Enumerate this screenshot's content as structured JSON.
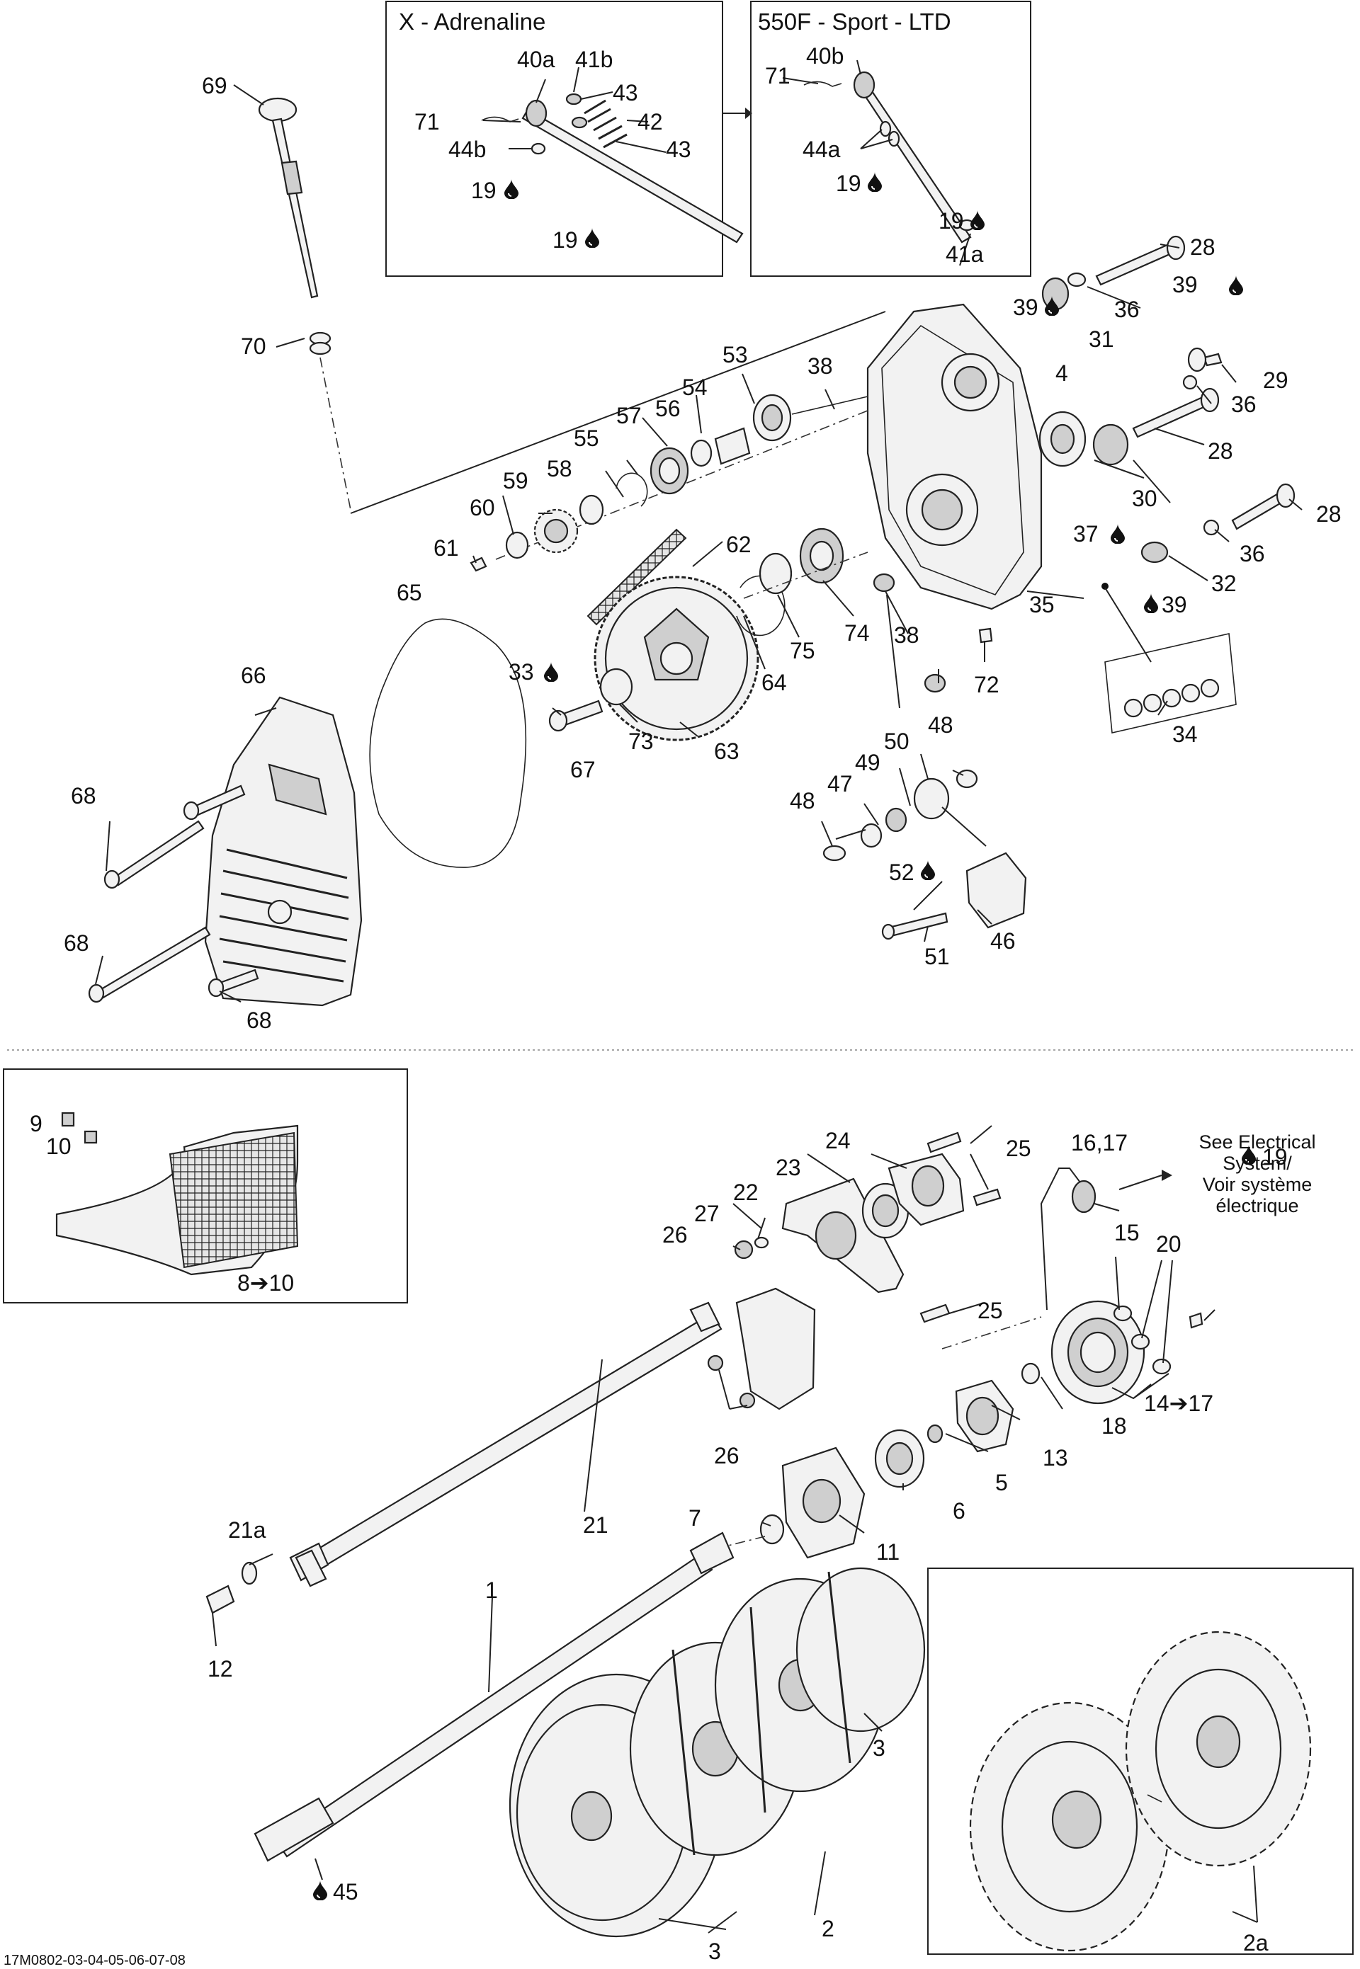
{
  "insets": {
    "adrenaline_title": "X - Adrenaline",
    "sport_title": "550F - Sport - LTD"
  },
  "drop_icon": "oil-drop-icon",
  "note": {
    "line1": "See Electrical",
    "line2": "System/",
    "line3": "Voir système",
    "line4": "électrique"
  },
  "drawing_code": "17M0802-03-04-05-06-07-08",
  "callouts": {
    "c69": "69",
    "c70": "70",
    "c71a": "71",
    "c40a": "40a",
    "c41b": "41b",
    "c43a": "43",
    "c42": "42",
    "c43b": "43",
    "c44b": "44b",
    "c19a": "19",
    "c19b": "19",
    "c71b": "71",
    "c40b": "40b",
    "c44a": "44a",
    "c19c": "19",
    "c19d": "19",
    "c41a": "41a",
    "c28a": "28",
    "c36a": "36",
    "c39a": "39",
    "c31": "31",
    "c39b": "39",
    "c29": "29",
    "c36b": "36",
    "c4": "4",
    "c28b": "28",
    "c30": "30",
    "c28c": "28",
    "c37": "37",
    "c36c": "36",
    "c32": "32",
    "c39c": "39",
    "c35": "35",
    "c34": "34",
    "c38a": "38",
    "c53": "53",
    "c54": "54",
    "c57": "57",
    "c56": "56",
    "c55": "55",
    "c59": "59",
    "c58": "58",
    "c60": "60",
    "c61": "61",
    "c62": "62",
    "c65": "65",
    "c74": "74",
    "c38b": "38",
    "c72": "72",
    "c75": "75",
    "c64": "64",
    "c33": "33",
    "c73": "73",
    "c63": "63",
    "c67": "67",
    "c66": "66",
    "c68a": "68",
    "c68b": "68",
    "c68c": "68",
    "c48a": "48",
    "c50": "50",
    "c49": "49",
    "c47": "47",
    "c48b": "48",
    "c52": "52",
    "c46": "46",
    "c51": "51",
    "c9": "9",
    "c10": "10",
    "c8_10": "8➔10",
    "c24": "24",
    "c25a": "25",
    "c23": "23",
    "c22": "22",
    "c27": "27",
    "c26a": "26",
    "c25b": "25",
    "c26b": "26",
    "c16_17": "16,17",
    "c15": "15",
    "c20": "20",
    "c19e": "19",
    "c14_17": "14➔17",
    "c18": "18",
    "c13": "13",
    "c5": "5",
    "c6": "6",
    "c11": "11",
    "c7": "7",
    "c21": "21",
    "c21a": "21a",
    "c12": "12",
    "c1": "1",
    "c3a": "3",
    "c2": "2",
    "c3b": "3",
    "c45": "45",
    "c2a": "2a"
  }
}
